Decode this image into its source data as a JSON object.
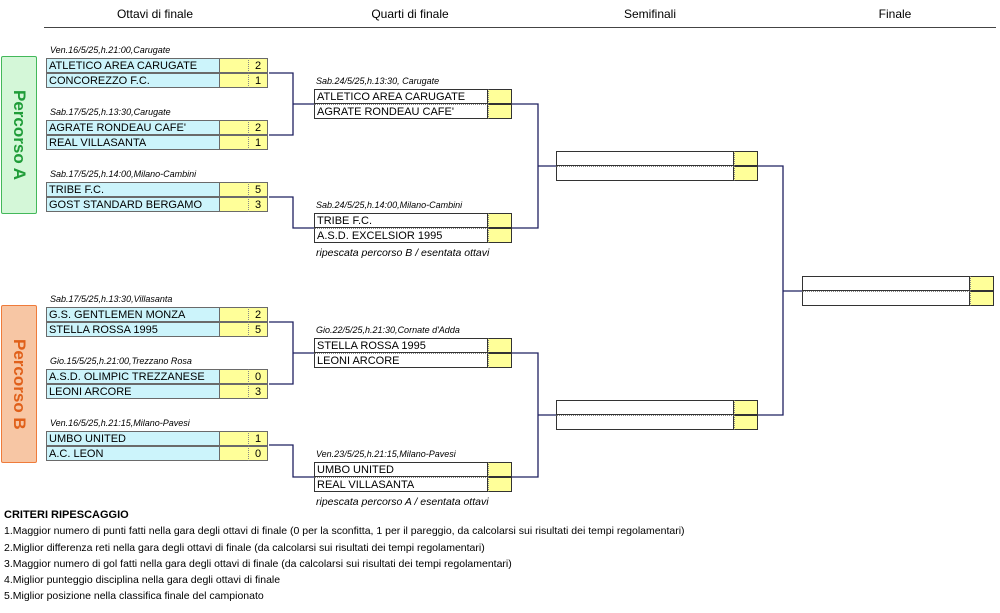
{
  "headers": {
    "r16": "Ottavi di finale",
    "qf": "Quarti di finale",
    "sf": "Semifinali",
    "f": "Finale"
  },
  "paths": {
    "a": "Percorso A",
    "b": "Percorso B"
  },
  "r16": [
    {
      "info": "Ven.16/5/25,h.21:00,Carugate",
      "t1": "ATLETICO AREA CARUGATE",
      "s1": "2",
      "t2": "CONCOREZZO F.C.",
      "s2": "1"
    },
    {
      "info": "Sab.17/5/25,h.13:30,Carugate",
      "t1": "AGRATE RONDEAU CAFE'",
      "s1": "2",
      "t2": "REAL VILLASANTA",
      "s2": "1"
    },
    {
      "info": "Sab.17/5/25,h.14:00,Milano-Cambini",
      "t1": "TRIBE F.C.",
      "s1": "5",
      "t2": "GOST STANDARD BERGAMO",
      "s2": "3"
    },
    {
      "info": "Sab.17/5/25,h.13:30,Villasanta",
      "t1": "G.S. GENTLEMEN MONZA",
      "s1": "2",
      "t2": "STELLA ROSSA 1995",
      "s2": "5"
    },
    {
      "info": "Gio.15/5/25,h.21:00,Trezzano Rosa",
      "t1": "A.S.D. OLIMPIC TREZZANESE",
      "s1": "0",
      "t2": "LEONI ARCORE",
      "s2": "3"
    },
    {
      "info": "Ven.16/5/25,h.21:15,Milano-Pavesi",
      "t1": "UMBO UNITED",
      "s1": "1",
      "t2": "A.C. LEON",
      "s2": "0"
    }
  ],
  "qf": [
    {
      "info": "Sab.24/5/25,h.13:30, Carugate",
      "t1": "ATLETICO AREA CARUGATE",
      "s1": "",
      "t2": "AGRATE RONDEAU CAFE'",
      "s2": "",
      "note": ""
    },
    {
      "info": "Sab.24/5/25,h.14:00,Milano-Cambini",
      "t1": "TRIBE F.C.",
      "s1": "",
      "t2": "A.S.D. EXCELSIOR 1995",
      "s2": "",
      "note": "ripescata percorso B / esentata ottavi"
    },
    {
      "info": "Gio.22/5/25,h.21:30,Cornate d'Adda",
      "t1": "STELLA ROSSA 1995",
      "s1": "",
      "t2": "LEONI ARCORE",
      "s2": "",
      "note": ""
    },
    {
      "info": "Ven.23/5/25,h.21:15,Milano-Pavesi",
      "t1": "UMBO UNITED",
      "s1": "",
      "t2": "REAL VILLASANTA",
      "s2": "",
      "note": "ripescata percorso A / esentata ottavi"
    }
  ],
  "criteria": {
    "title": "CRITERI RIPESCAGGIO",
    "items": [
      "1.Maggior numero di punti fatti nella gara degli ottavi di finale (0 per la sconfitta, 1 per il pareggio, da calcolarsi sui risultati dei tempi regolamentari)",
      "2.Miglior differenza reti nella gara degli ottavi di finale (da calcolarsi sui risultati dei tempi regolamentari)",
      "3.Maggior numero di gol fatti nella gara degli ottavi di finale (da calcolarsi sui risultati dei tempi regolamentari)",
      "4.Miglior punteggio disciplina nella gara degli ottavi di finale",
      "5.Miglior posizione nella classifica finale del campionato"
    ]
  }
}
